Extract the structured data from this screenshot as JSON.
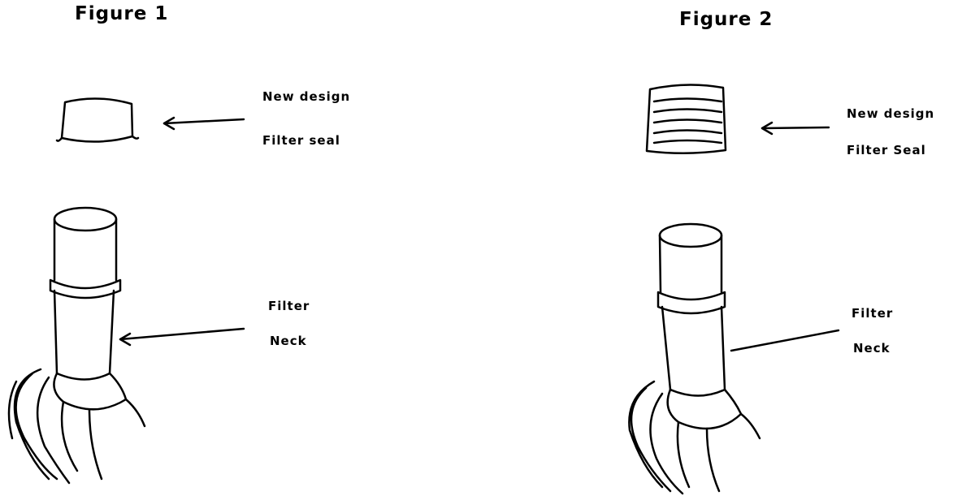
{
  "figure1": {
    "title": "Figure 1",
    "seal_label_1": "New design",
    "seal_label_2": "Filter seal",
    "neck_label_1": "Filter",
    "neck_label_2": "Neck"
  },
  "figure2": {
    "title": "Figure 2",
    "seal_label_1": "New design",
    "seal_label_2": "Filter Seal",
    "neck_label_1": "Filter",
    "neck_label_2": "Neck"
  }
}
